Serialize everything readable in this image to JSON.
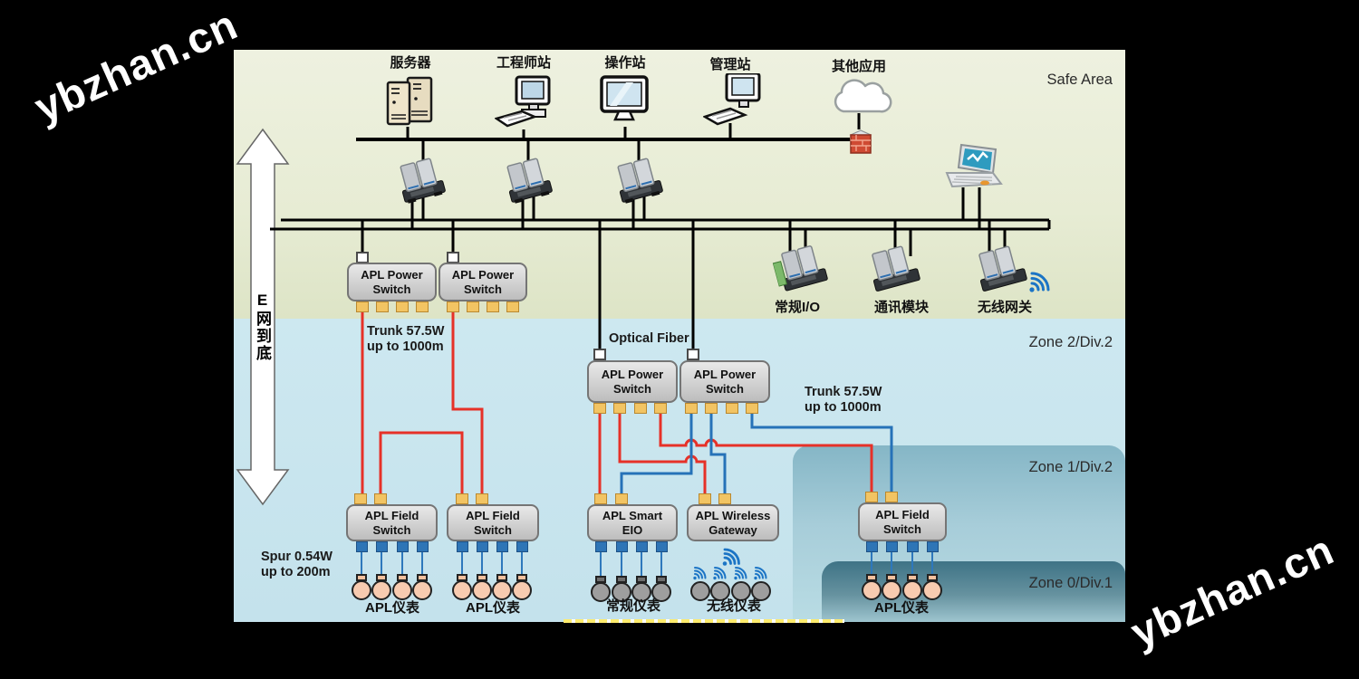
{
  "watermark": "ybzhan.cn",
  "areas": {
    "safe": "Safe Area",
    "zone2": "Zone 2/Div.2",
    "zone1": "Zone 1/Div.2",
    "zone0": "Zone 0/Div.1"
  },
  "backbone_label": "E网到底",
  "stations": {
    "server": "服务器",
    "engineer": "工程师站",
    "operator": "操作站",
    "manager": "管理站",
    "other_apps": "其他应用"
  },
  "io_modules": {
    "conventional_io": "常规I/O",
    "comm_module": "通讯模块",
    "wireless_gateway": "无线网关"
  },
  "devices": {
    "apl_power_switch": "APL Power Switch",
    "apl_field_switch": "APL Field Switch",
    "apl_smart_eio": "APL Smart EIO",
    "apl_wireless_gateway": "APL Wireless Gateway"
  },
  "annotations": {
    "optical_fiber": "Optical Fiber",
    "trunk_l1": "Trunk 57.5W",
    "trunk_l2": "up to 1000m",
    "spur_l1": "Spur 0.54W",
    "spur_l2": "up to 200m"
  },
  "instruments": {
    "apl": "APL仪表",
    "conventional": "常规仪表",
    "wireless": "无线仪表"
  },
  "colors": {
    "trunk_red": "#e63128",
    "trunk_blue": "#2672b8",
    "bus_black": "#000000",
    "port_orange": "#f2c463",
    "port_blue": "#2e75b6",
    "instrument_pink": "#f8cbb0",
    "instrument_gray": "#9e9e9e",
    "zone2_bg": "#c9e5ee",
    "safe_bg": "#e9edd9"
  }
}
